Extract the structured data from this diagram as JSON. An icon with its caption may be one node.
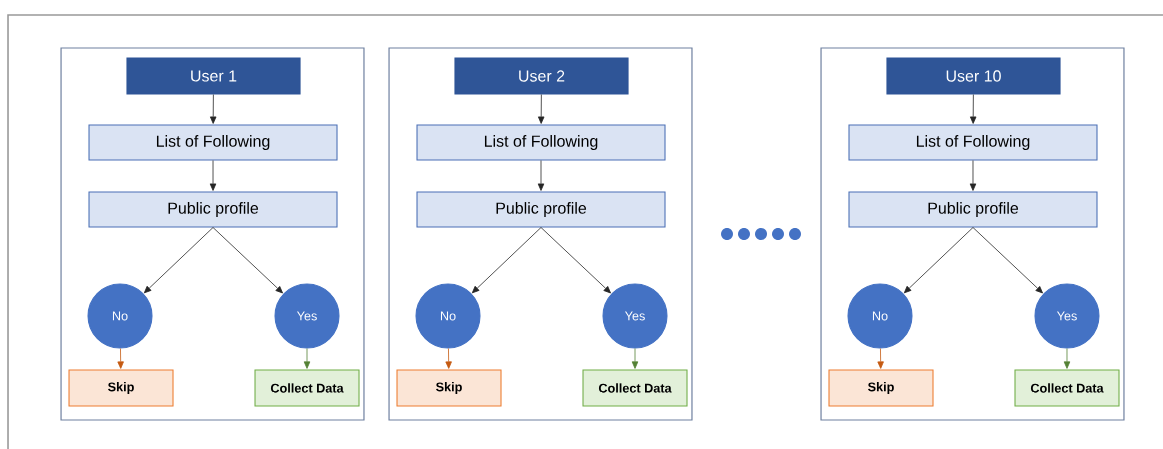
{
  "diagram": {
    "nodes": [
      {
        "text": [],
        "shape": "box"
      },
      {
        "text": [
          "User 1"
        ],
        "in": 0
      },
      {
        "text": [
          "List of Following"
        ],
        "in": 0
      },
      {
        "text": [
          "Public profile"
        ],
        "in": 0
      },
      {
        "text": [
          "No"
        ],
        "in": 0
      },
      {
        "text": [
          "Yes"
        ],
        "in": 0
      },
      {
        "text": [
          "Skip"
        ],
        "in": 0
      },
      {
        "text": [
          "Collect Data"
        ],
        "in": 0
      },
      {
        "text": [],
        "shape": "box"
      },
      {
        "text": [
          "User 2"
        ],
        "in": 8
      },
      {
        "text": [
          "List of Following"
        ],
        "in": 8
      },
      {
        "text": [
          "Public profile"
        ],
        "in": 8
      },
      {
        "text": [
          "No"
        ],
        "in": 8
      },
      {
        "text": [
          "Yes"
        ],
        "in": 8
      },
      {
        "text": [
          "Skip"
        ],
        "in": 8
      },
      {
        "text": [
          "Collect Data"
        ],
        "in": 8
      },
      {
        "text": [],
        "shape": "box"
      },
      {
        "text": [
          "User 10"
        ],
        "in": 16
      },
      {
        "text": [
          "List of Following"
        ],
        "in": 16
      },
      {
        "text": [
          "Public profile"
        ],
        "in": 16
      },
      {
        "text": [
          "No"
        ],
        "in": 16
      },
      {
        "text": [
          "Yes"
        ],
        "in": 16
      },
      {
        "text": [
          "Skip"
        ],
        "in": 16
      },
      {
        "text": [
          "Collect Data"
        ],
        "in": 16
      }
    ],
    "edges": [
      {
        "from": 1,
        "to": 2,
        "arrow": "to"
      },
      {
        "from": 2,
        "to": 3,
        "arrow": "to"
      },
      {
        "from": 3,
        "to": 4,
        "arrow": "to"
      },
      {
        "from": 3,
        "to": 5,
        "arrow": "to"
      },
      {
        "from": 4,
        "to": 6,
        "arrow": "to",
        "color": "#c55a11"
      },
      {
        "from": 5,
        "to": 7,
        "arrow": "to",
        "color": "#548235"
      },
      {
        "from": 9,
        "to": 10,
        "arrow": "to"
      },
      {
        "from": 10,
        "to": 11,
        "arrow": "to"
      },
      {
        "from": 11,
        "to": 12,
        "arrow": "to"
      },
      {
        "from": 11,
        "to": 13,
        "arrow": "to"
      },
      {
        "from": 12,
        "to": 14,
        "arrow": "to",
        "color": "#c55a11"
      },
      {
        "from": 13,
        "to": 15,
        "arrow": "to",
        "color": "#548235"
      },
      {
        "from": 17,
        "to": 18,
        "arrow": "to"
      },
      {
        "from": 18,
        "to": 19,
        "arrow": "to"
      },
      {
        "from": 19,
        "to": 20,
        "arrow": "to"
      },
      {
        "from": 19,
        "to": 21,
        "arrow": "to"
      },
      {
        "from": 20,
        "to": 22,
        "arrow": "to",
        "color": "#c55a11"
      },
      {
        "from": 21,
        "to": 23,
        "arrow": "to",
        "color": "#548235"
      }
    ]
  }
}
